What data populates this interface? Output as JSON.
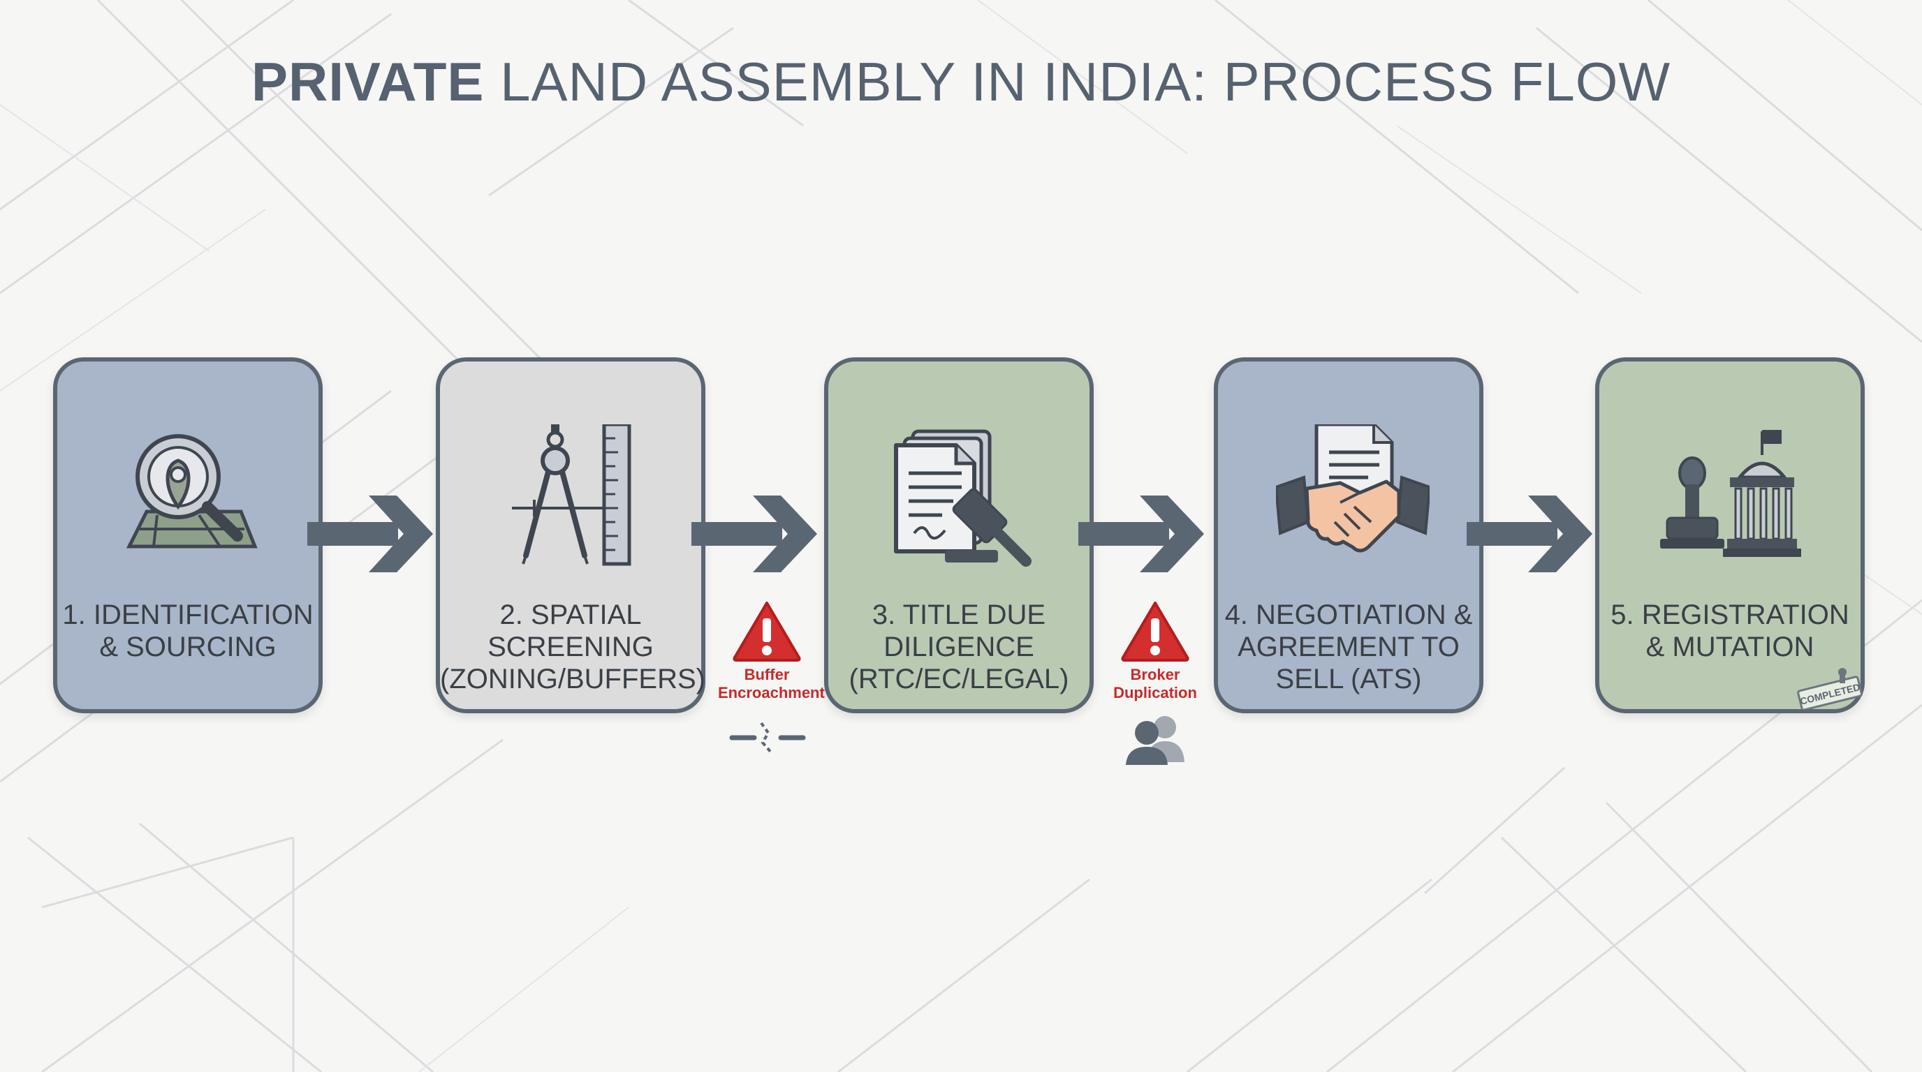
{
  "title": {
    "bold": "PRIVATE",
    "rest": " LAND ASSEMBLY IN INDIA: PROCESS FLOW"
  },
  "steps": [
    {
      "label": "1. IDENTIFICATION & SOURCING",
      "icon": "map-search-icon",
      "color": "#a9b5c8"
    },
    {
      "label": "2. SPATIAL SCREENING (ZONING/BUFFERS)",
      "icon": "compass-ruler-icon",
      "color": "#dcdcdc"
    },
    {
      "label": "3. TITLE DUE DILIGENCE (RTC/EC/LEGAL)",
      "icon": "documents-gavel-icon",
      "color": "#bac9b2"
    },
    {
      "label": "4. NEGOTIATION & AGREEMENT TO SELL (ATS)",
      "icon": "handshake-contract-icon",
      "color": "#a9b5c8"
    },
    {
      "label": "5. REGISTRATION & MUTATION",
      "icon": "stamp-government-icon",
      "color": "#bac9b2"
    }
  ],
  "warnings": [
    {
      "label": "Buffer Encroachment",
      "icon": "broken-line-icon"
    },
    {
      "label": "Broker Duplication",
      "icon": "people-icon"
    }
  ],
  "stamp_text": "COMPLETED",
  "colors": {
    "border": "#5b6673",
    "arrow": "#5b6673",
    "warning": "#d32f2f",
    "title": "#566270"
  }
}
